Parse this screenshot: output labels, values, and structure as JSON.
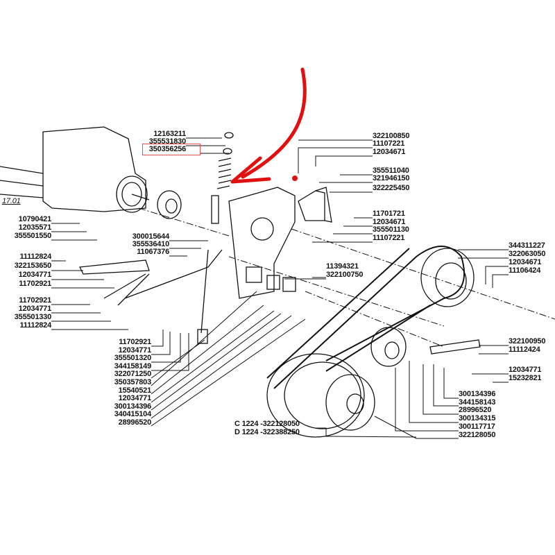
{
  "diagram": {
    "reference": "17.01",
    "highlight_color": "#e03030",
    "arrow_color": "#e01010",
    "top_center": [
      "12163211",
      "355531830",
      "350356256"
    ],
    "highlighted_part": "350356256",
    "left_a": [
      "10790421",
      "12035571",
      "355501550"
    ],
    "mid_a": [
      "300015644",
      "355536410",
      "11067376"
    ],
    "left_b": [
      "11112824",
      "322153650",
      "12034771",
      "11702921"
    ],
    "left_c": [
      "11702921",
      "12034771",
      "355501330",
      "11112824"
    ],
    "bottom_left": [
      "11702921",
      "12034771",
      "355501320",
      "344158149",
      "322071250",
      "350357803",
      "15540521",
      "12034771",
      "300134396",
      "340415104",
      "28996520"
    ],
    "belt_variants": [
      "C 1224 -322128050",
      "D 1224 -322388250"
    ],
    "right_a": [
      "322100850",
      "11107221",
      "12034671",
      "355511040",
      "321946150",
      "322225450",
      "11701721",
      "12034671",
      "355501130",
      "11107221"
    ],
    "mid_b": [
      "11394321",
      "322100750"
    ],
    "right_b": [
      "344311227",
      "322063050",
      "12034671",
      "11106424"
    ],
    "right_c": [
      "322100950",
      "11112424",
      "12034771",
      "15232821"
    ],
    "bottom_right": [
      "300134396",
      "344158143",
      "28996520",
      "300134315",
      "300117717",
      "322128050"
    ]
  }
}
